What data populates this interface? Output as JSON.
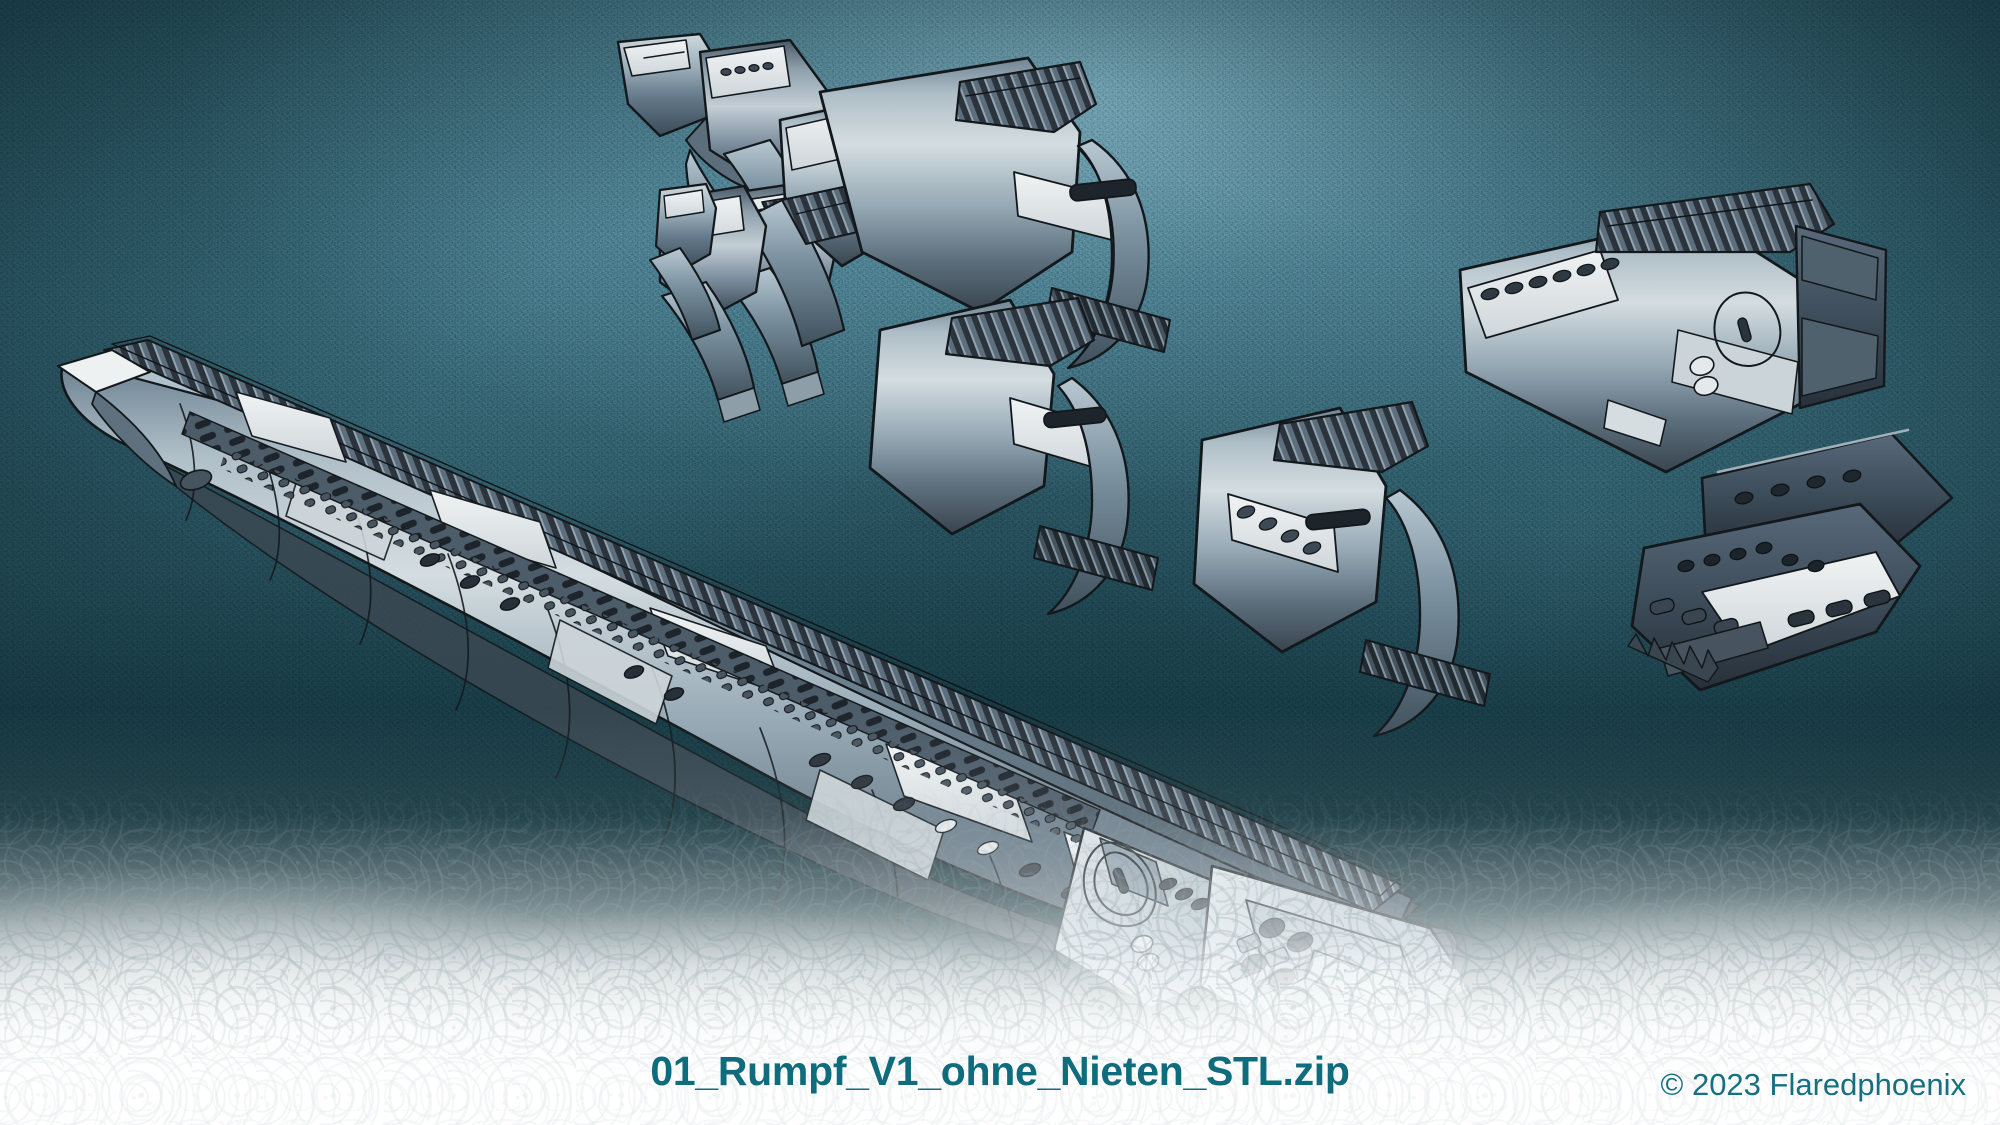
{
  "artwork": {
    "subject": "exploded-view-submarine-3d-model",
    "scene": "underwater-teal-watercolor-background-with-sea-foam",
    "background_color": "#2b5764",
    "background_highlight": "#84b4c4",
    "background_deep": "#0d2d36",
    "foam_color": "#ffffff",
    "hull_light": "#dfe4e6",
    "hull_mid": "#8fa4b0",
    "hull_dark": "#4f626e",
    "hull_shadow": "#2f3d47",
    "outline_color": "#13181c"
  },
  "caption": {
    "title": "01_Rumpf_V1_ohne_Nieten_STL.zip",
    "title_color": "#0f6c7d",
    "copyright": "© 2023 Flaredphoenix",
    "copyright_color": "#16707f"
  },
  "parts": [
    {
      "id": "main-hull",
      "label": "assembled-submarine-hull"
    },
    {
      "id": "bow-cap-fragment",
      "label": "bow-cap-fragment"
    },
    {
      "id": "hull-ring-1",
      "label": "hull-ring-section-1"
    },
    {
      "id": "hull-ring-2",
      "label": "hull-ring-section-2"
    },
    {
      "id": "hull-ring-3",
      "label": "hull-ring-section-3"
    },
    {
      "id": "hull-ring-4",
      "label": "hull-ring-section-4"
    },
    {
      "id": "hull-ring-5",
      "label": "hull-ring-section-5"
    },
    {
      "id": "hull-ring-6",
      "label": "hull-ring-section-6"
    },
    {
      "id": "midship-barrel",
      "label": "midship-barrel-section"
    },
    {
      "id": "aft-barrel",
      "label": "aft-barrel-section"
    },
    {
      "id": "stern-module",
      "label": "stern-module-with-deck"
    },
    {
      "id": "stern-fin-plate",
      "label": "stern-fin-plate"
    }
  ]
}
